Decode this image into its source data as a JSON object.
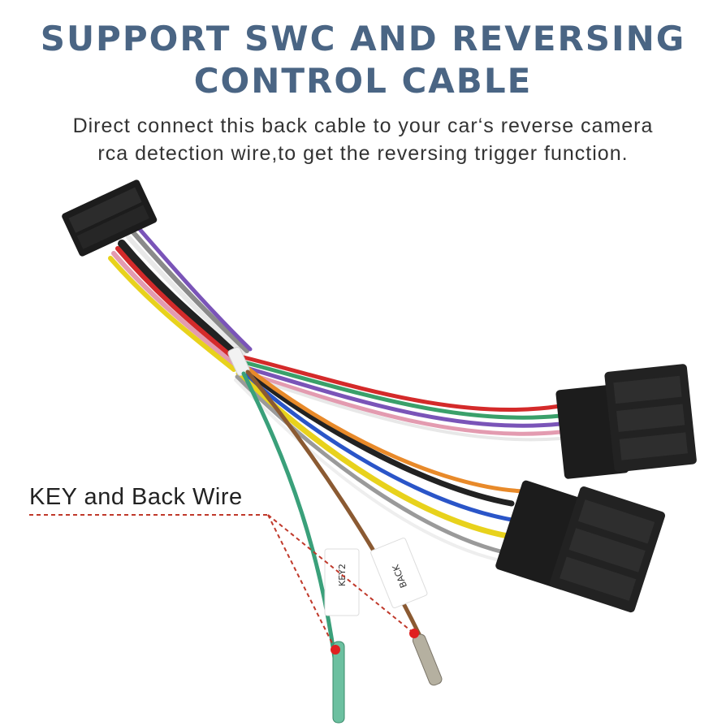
{
  "title": {
    "line1": "SUPPORT SWC AND REVERSING",
    "line2": "CONTROL CABLE"
  },
  "description": {
    "line1": "Direct connect this back cable to your car‘s reverse camera",
    "line2": "rca detection wire,to get the reversing trigger function."
  },
  "callout": {
    "label": "KEY and Back Wire",
    "line_color": "#c0392b"
  },
  "tags": {
    "key": "KEY2",
    "back": "BACK"
  },
  "colors": {
    "title": "#4a6584",
    "connector": "#1c1c1c",
    "marker": "#e02020"
  }
}
